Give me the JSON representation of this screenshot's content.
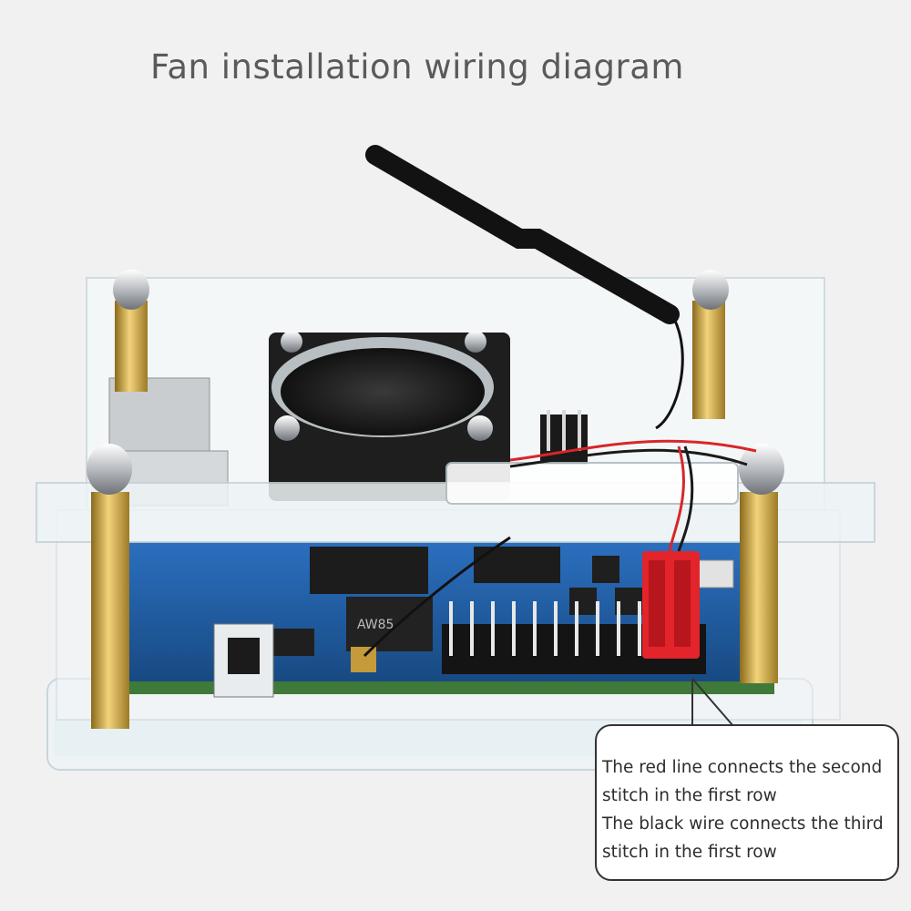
{
  "title": "Fan installation wiring diagram",
  "chip_label": "AW85",
  "callout": {
    "lines": [
      "The red line connects the second",
      "stitch in the first row",
      "The black wire connects the third",
      "stitch in the first row"
    ]
  },
  "colors": {
    "background": "#f1f1f1",
    "pcb": "#1f5fa8",
    "red_wire": "#d8262a",
    "black_wire": "#1a1a1a",
    "brass": "#c9a23a",
    "fan": "#2a2a2a"
  }
}
